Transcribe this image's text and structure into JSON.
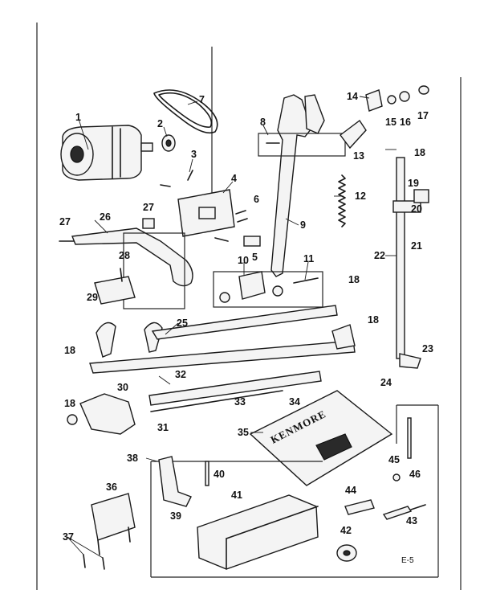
{
  "diagram": {
    "page_code": "E-5",
    "manual_brand": "KENMORE",
    "callouts": [
      "1",
      "2",
      "3",
      "4",
      "5",
      "6",
      "7",
      "8",
      "9",
      "10",
      "11",
      "12",
      "13",
      "14",
      "15",
      "16",
      "17",
      "18",
      "19",
      "20",
      "21",
      "22",
      "23",
      "24",
      "25",
      "26",
      "27",
      "28",
      "29",
      "30",
      "31",
      "32",
      "33",
      "34",
      "35",
      "36",
      "37",
      "38",
      "39",
      "40",
      "41",
      "42",
      "43",
      "44",
      "45",
      "46"
    ]
  }
}
